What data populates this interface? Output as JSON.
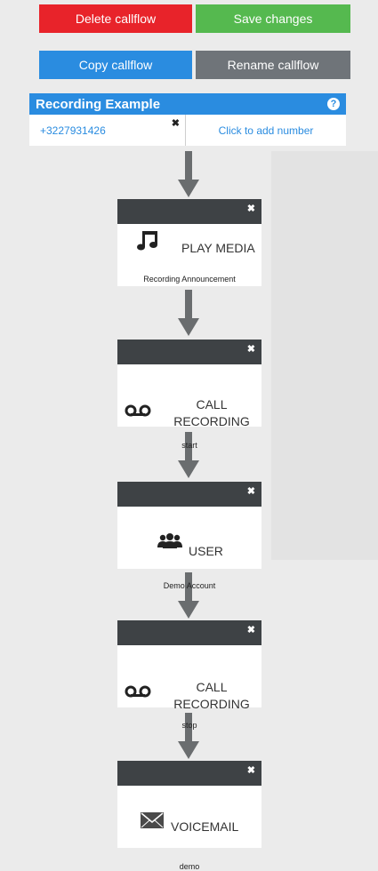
{
  "toolbar": {
    "delete_label": "Delete callflow",
    "save_label": "Save changes",
    "copy_label": "Copy callflow",
    "rename_label": "Rename callflow"
  },
  "callflow": {
    "name": "Recording Example",
    "help_icon": "question-circle-icon",
    "numbers": [
      {
        "value": "+3227931426",
        "remove_icon": "close-icon"
      }
    ],
    "add_number_label": "Click to add number"
  },
  "nodes": [
    {
      "icon": "music-note-icon",
      "title": "PLAY MEDIA",
      "subtitle": "Recording Announcement"
    },
    {
      "icon": "voicemail-tape-icon",
      "title_line1": "CALL",
      "title_line2": "RECORDING",
      "subtitle": "start"
    },
    {
      "icon": "users-icon",
      "title": "USER",
      "subtitle": "Demo Account"
    },
    {
      "icon": "voicemail-tape-icon",
      "title_line1": "CALL",
      "title_line2": "RECORDING",
      "subtitle": "stop"
    },
    {
      "icon": "envelope-icon",
      "title": "VOICEMAIL",
      "subtitle": "demo"
    }
  ],
  "colors": {
    "delete": "#e8232a",
    "save": "#55b94f",
    "primary": "#2a8ce0",
    "secondary": "#6f7479",
    "node_header": "#3e4245",
    "background": "#ebebeb"
  }
}
